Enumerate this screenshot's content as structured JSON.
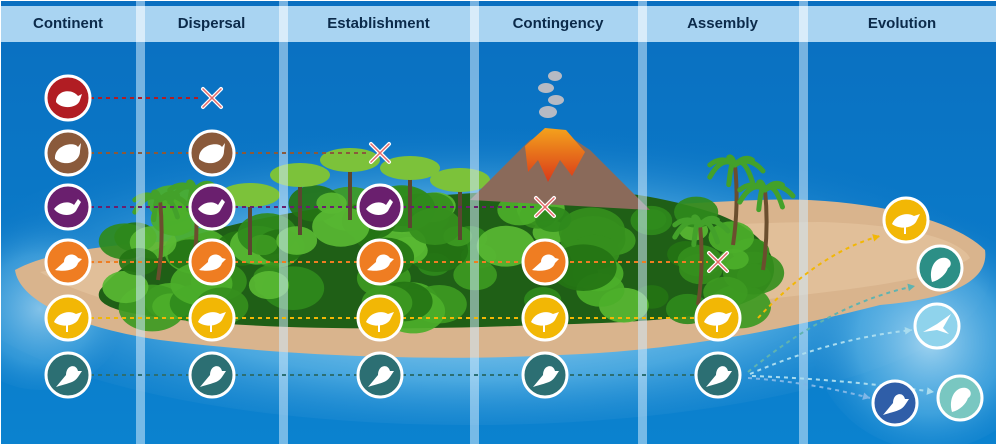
{
  "stages": [
    {
      "label": "Continent"
    },
    {
      "label": "Dispersal"
    },
    {
      "label": "Establishment"
    },
    {
      "label": "Contingency"
    },
    {
      "label": "Assembly"
    },
    {
      "label": "Evolution"
    }
  ],
  "birds": [
    {
      "kind": "quail-icon",
      "color": "#b11d23",
      "reached_stage": 1,
      "note": "lost at dispersal"
    },
    {
      "kind": "guineafowl-icon",
      "color": "#8a5a3b",
      "reached_stage": 2,
      "note": "lost at establishment"
    },
    {
      "kind": "pigeon-icon",
      "color": "#6a1f6e",
      "reached_stage": 3,
      "note": "lost at contingency"
    },
    {
      "kind": "robin-icon",
      "color": "#ef7d22",
      "reached_stage": 4,
      "note": "lost at assembly"
    },
    {
      "kind": "rail-icon",
      "color": "#f2b705",
      "reached_stage": 5,
      "note": "evolves"
    },
    {
      "kind": "finch-icon",
      "color": "#2c6f73",
      "reached_stage": 5,
      "note": "radiates"
    }
  ],
  "evolution_forms": [
    {
      "kind": "rail-icon",
      "color": "#f2b705"
    },
    {
      "kind": "parrot-icon",
      "color": "#2c8f86"
    },
    {
      "kind": "tern-icon",
      "color": "#8fd3ec"
    },
    {
      "kind": "finch-icon",
      "color": "#2f5ea8"
    },
    {
      "kind": "parrot-icon",
      "color": "#79c7c1"
    }
  ],
  "colors": {
    "ocean": "#0a74c4",
    "ocean_deep": "#075ea8",
    "header_bar": "#a9d4f2",
    "header_text": "#0b2a4a",
    "sand": "#d6b08a",
    "forest": "#2e7d1a",
    "lava": "#e8581b",
    "extinct_mark": "#d22030"
  }
}
